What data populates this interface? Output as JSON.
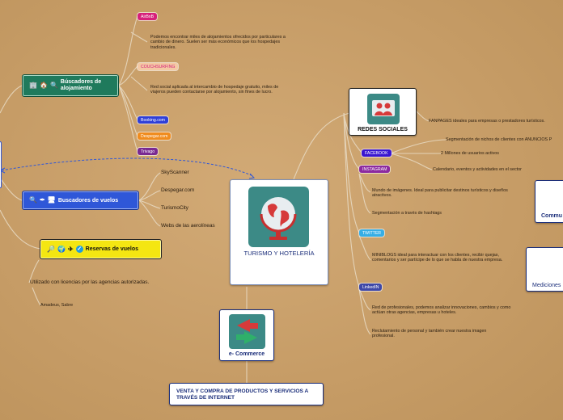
{
  "center": {
    "label": "TURISMO Y HOTELERÍA"
  },
  "ecommerce": {
    "label": "e- Commerce",
    "sub": "VENTA Y COMPRA DE PRODUCTOS Y SERVICIOS A TRAVÉS DE INTERNET"
  },
  "redes": {
    "label": "REDES SOCIALES"
  },
  "side_cards": {
    "comm": "Commu",
    "medic": "Mediciones"
  },
  "alojamiento": {
    "label": "Búscadores de alojamiento",
    "items": {
      "airbnb": "AirBnB",
      "airbnb_desc": "Podemos encontrar miles de alojamientos ofrecidos por particulares a cambio de dinero. Suelen ser más económicos que los hospedajes tradicionales.",
      "couch": "COUCHSURFING",
      "couch_desc": "Red social aplicada al intercambio de hospedaje gratuito, miles de viajeros pueden contactarse por alojamiento, sin fines de lucro.",
      "booking": "Booking.com",
      "despegar": "Despegar.com",
      "trivago": "Trivago"
    }
  },
  "vuelos": {
    "label": "Buscadores de vuelos",
    "items": [
      "SkyScanner",
      "Despegar.com",
      "TurismoCity",
      "Webs de las aerolíneas"
    ]
  },
  "reservas": {
    "label": "Reservas de vuelos",
    "desc": "Utilizado con licencias por las agencias autorizadas.",
    "example": "Amadeus, Sabre"
  },
  "social": {
    "fanpages": "FANPAGES ideales para empresas o prestadores turísticos.",
    "segment": "Segmentación de nichos de clientes con ANUNCIOS P",
    "facebook": "FACEBOOK",
    "fb_users": "2 Millones de usuarios activos",
    "instagram": "INSTAGRAM",
    "ig_calendar": "Calendario, eventos y actividades en el sector",
    "ig_images": "Mundo de imágenes. Ideal para publicitar destinos turísticos y diseños atractivos.",
    "ig_hashtag": "Segmentación a través de hashtags",
    "twitter": "TWITTER",
    "tw_desc": "MINIBLOGS ideal para interactuar con los clientes, recibir quejas, comentarios y ser partícipe de lo que se habla de nuestra empresa.",
    "linkedin": "LinkedIN",
    "li_pro": "Red de profesionales, podemos analizar innovaciones, cambios y como actúan otras agencias, empresas u hoteles.",
    "li_recruit": "Reclutamiento de personal y también crear nuestra imagen profesional."
  },
  "colors": {
    "airbnb": "#d6207a",
    "couch": "#f4c9a4",
    "booking": "#2f3fd8",
    "despegar": "#f08c1e",
    "trivago": "#7a2a92",
    "facebook": "#3a16d0",
    "instagram": "#8c2aa0",
    "twitter": "#36aee6",
    "linkedin": "#3e48a8",
    "alojamiento_bg": "#1f7a5c",
    "vuelos_bg": "#2f57d8",
    "reservas_bg": "#f4e612"
  }
}
